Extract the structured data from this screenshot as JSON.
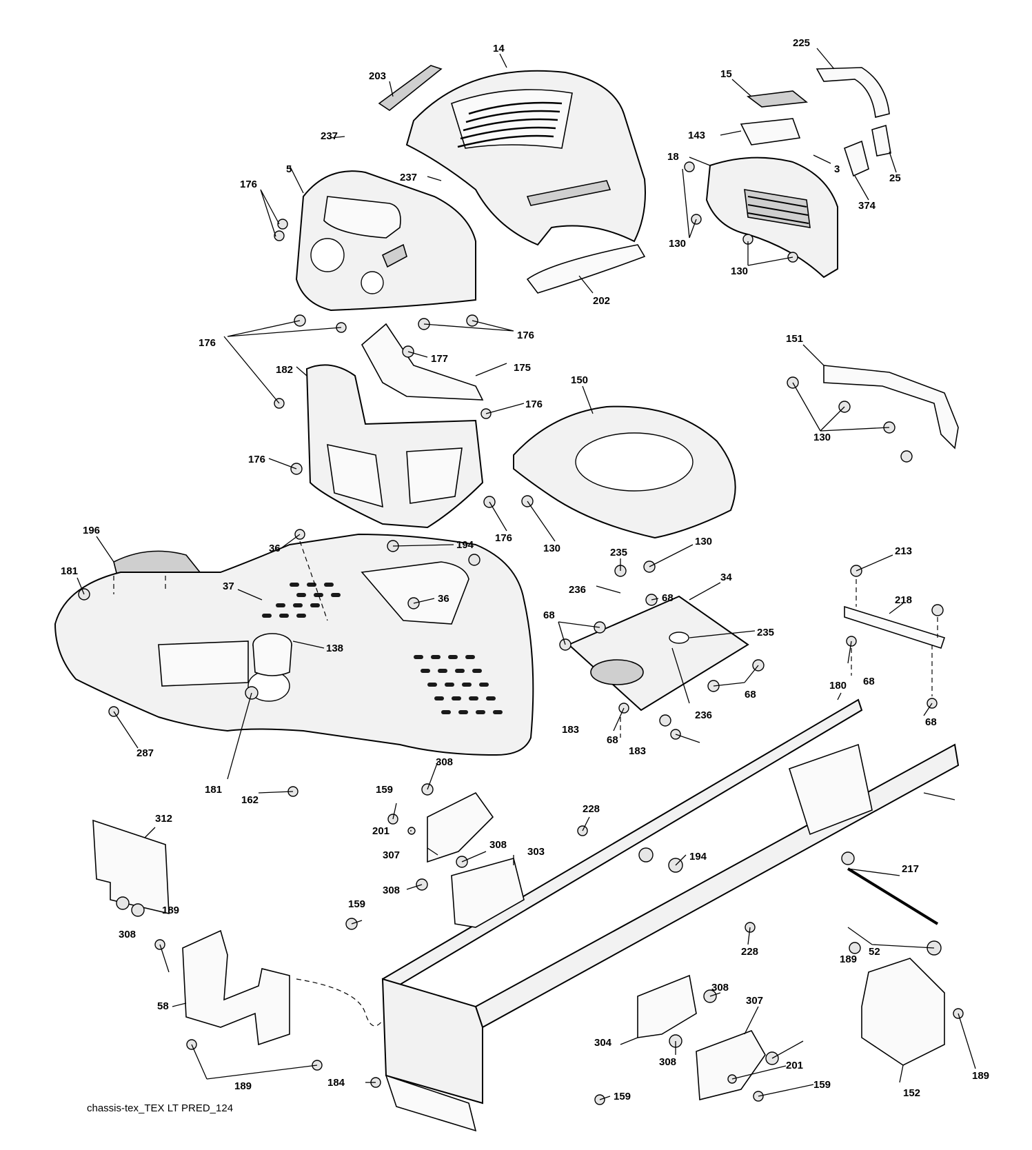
{
  "drawing_id": "chassis-tex_TEX LT PRED_124",
  "callouts": [
    {
      "label": "14"
    },
    {
      "label": "203"
    },
    {
      "label": "225"
    },
    {
      "label": "15"
    },
    {
      "label": "143"
    },
    {
      "label": "18"
    },
    {
      "label": "3"
    },
    {
      "label": "25"
    },
    {
      "label": "374"
    },
    {
      "label": "130"
    },
    {
      "label": "130"
    },
    {
      "label": "237"
    },
    {
      "label": "237"
    },
    {
      "label": "176"
    },
    {
      "label": "5"
    },
    {
      "label": "202"
    },
    {
      "label": "176"
    },
    {
      "label": "176"
    },
    {
      "label": "177"
    },
    {
      "label": "175"
    },
    {
      "label": "182"
    },
    {
      "label": "176"
    },
    {
      "label": "176"
    },
    {
      "label": "176"
    },
    {
      "label": "150"
    },
    {
      "label": "130"
    },
    {
      "label": "130"
    },
    {
      "label": "151"
    },
    {
      "label": "130"
    },
    {
      "label": "196"
    },
    {
      "label": "181"
    },
    {
      "label": "36"
    },
    {
      "label": "194"
    },
    {
      "label": "37"
    },
    {
      "label": "36"
    },
    {
      "label": "138"
    },
    {
      "label": "235"
    },
    {
      "label": "236"
    },
    {
      "label": "68"
    },
    {
      "label": "34"
    },
    {
      "label": "68"
    },
    {
      "label": "235"
    },
    {
      "label": "213"
    },
    {
      "label": "218"
    },
    {
      "label": "68"
    },
    {
      "label": "68"
    },
    {
      "label": "68"
    },
    {
      "label": "236"
    },
    {
      "label": "183"
    },
    {
      "label": "68"
    },
    {
      "label": "183"
    },
    {
      "label": "180"
    },
    {
      "label": "287"
    },
    {
      "label": "181"
    },
    {
      "label": "162"
    },
    {
      "label": "308"
    },
    {
      "label": "159"
    },
    {
      "label": "201"
    },
    {
      "label": "307"
    },
    {
      "label": "312"
    },
    {
      "label": "228"
    },
    {
      "label": "308"
    },
    {
      "label": "303"
    },
    {
      "label": "194"
    },
    {
      "label": "308"
    },
    {
      "label": "217"
    },
    {
      "label": "159"
    },
    {
      "label": "308"
    },
    {
      "label": "189"
    },
    {
      "label": "52"
    },
    {
      "label": "228"
    },
    {
      "label": "189"
    },
    {
      "label": "58"
    },
    {
      "label": "308"
    },
    {
      "label": "307"
    },
    {
      "label": "304"
    },
    {
      "label": "308"
    },
    {
      "label": "201"
    },
    {
      "label": "184"
    },
    {
      "label": "189"
    },
    {
      "label": "159"
    },
    {
      "label": "159"
    },
    {
      "label": "152"
    },
    {
      "label": "189"
    }
  ]
}
